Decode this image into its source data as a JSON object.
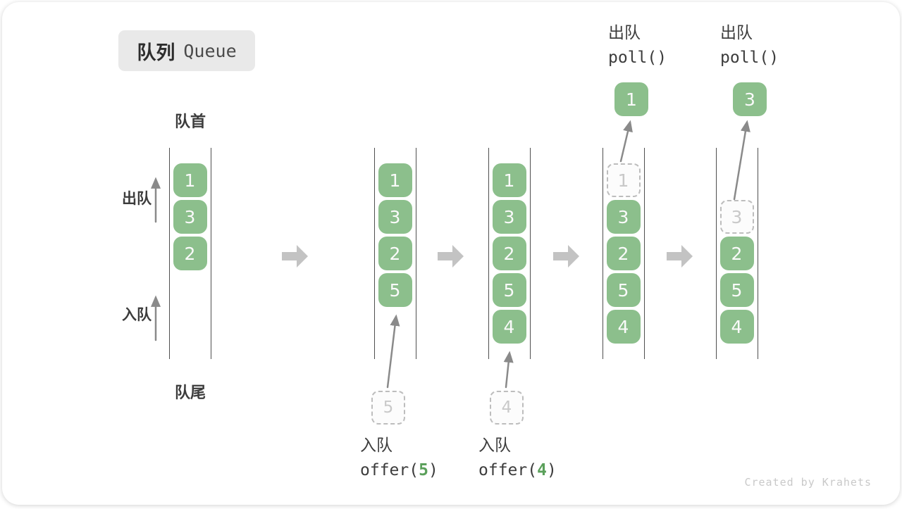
{
  "badge": {
    "title_zh": "队列",
    "title_en": "Queue"
  },
  "labels": {
    "front": "队首",
    "rear": "队尾",
    "dequeue": "出队",
    "enqueue": "入队"
  },
  "queues": [
    {
      "boxes": [
        "1",
        "3",
        "2"
      ]
    },
    {
      "boxes": [
        "1",
        "3",
        "2",
        "5"
      ],
      "pending": "5",
      "op": {
        "label": "入队",
        "code_prefix": "offer(",
        "code_arg": "5",
        "code_suffix": ")"
      }
    },
    {
      "boxes": [
        "1",
        "3",
        "2",
        "5",
        "4"
      ],
      "pending": "4",
      "op": {
        "label": "入队",
        "code_prefix": "offer(",
        "code_arg": "4",
        "code_suffix": ")"
      }
    },
    {
      "boxes": [
        "1",
        "3",
        "2",
        "5",
        "4"
      ],
      "popped": "1",
      "op": {
        "label": "出队",
        "code": "poll()"
      }
    },
    {
      "boxes": [
        "3",
        "2",
        "5",
        "4"
      ],
      "popped": "3",
      "op": {
        "label": "出队",
        "code": "poll()"
      }
    }
  ],
  "watermark": "Created by Krahets",
  "colors": {
    "box_green": "#8cbf8c",
    "box_text": "#fafafa",
    "dashed_border": "#bdbdbd",
    "dashed_text": "#c9c9c9",
    "wall_line": "#4f4f4f",
    "text_dark": "#3c3c3c",
    "thin_arrow": "#8a8a8a",
    "step_arrow": "#c3c3c3",
    "badge_bg": "#e9e9e9",
    "code_arg_green": "#5ba05b",
    "watermark": "#c9c9c9"
  }
}
